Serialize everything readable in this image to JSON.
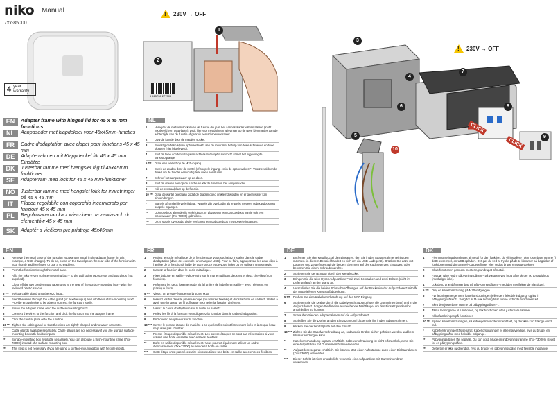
{
  "header": {
    "brand": "niko",
    "doc_type": "Manual",
    "code": "7xx-85000",
    "warranty_years": "4",
    "warranty_unit": "year",
    "warranty_label": "warranty",
    "barcode_number": "5 415736 277503"
  },
  "warnings": {
    "w1": "230V → OFF",
    "w2": "230V → OFF"
  },
  "callouts": [
    "1",
    "2",
    "3",
    "4",
    "5",
    "6",
    "7",
    "8",
    "9",
    "10"
  ],
  "click_label": "CLICK",
  "languages": [
    {
      "code": "EN",
      "text": "Adapter frame with hinged lid for 45 x 45 mm functions",
      "bold": true
    },
    {
      "code": "NL",
      "text": "Aanpasader met klapdeksel voor 45x45mm-functies",
      "bold": false
    },
    {
      "code": "FR",
      "text": "Cadre d'adaptation avec clapet pour fonctions 45 x 45 mm",
      "bold": false
    },
    {
      "code": "DE",
      "text": "Adapterrahmen mit Klappdeckel für 45 x 45 mm Einsätze",
      "bold": false
    },
    {
      "code": "DK",
      "text": "Justerbar ramme med hængslet låg til 45x45mm funktioner",
      "bold": false
    },
    {
      "code": "SE",
      "text": "Adapterram med lock för 45 x 45 mm-funktioner",
      "bold": false
    },
    {
      "code": "NO",
      "text": "Justerbar ramme med hengslet lokk for innretninger på 45 x 45 mm",
      "bold": false
    },
    {
      "code": "IT",
      "text": "Placca regolabile con coperchio incernierato per funzioni 45 x 45 mm",
      "bold": false
    },
    {
      "code": "PL",
      "text": "Regulowana ramka z wieczkiem na zawiasach do elementów 45 x 45 mm",
      "bold": false
    },
    {
      "code": "SK",
      "text": "Adaptér s viečkom pre prístroje 45x45mm",
      "bold": false
    }
  ],
  "nl": {
    "code": "NL",
    "steps": [
      {
        "n": "1",
        "t": "Verwijder de metalen sokkel van de functie die je in het aanpasskader wilt installeren (in dit voorbeeld een USB-lader). Druk hiervoor met duim en wijsvinger op de twee klemmetjes aan de achterzijde van de functie of gebruik een schroevendraaier."
      },
      {
        "n": "2",
        "t": "Duw de functie door de metalen sokkel."
      },
      {
        "n": "3",
        "t": "Bevestig de Niko Hydro opbouwdoos** aan de muur met behulp van twee schroeven en twee pluggen (niet bijgeleverd)."
      },
      {
        "n": "4",
        "t": "Sluit de twee condensatiegaten achteraan de opbouwdoos** af met het bijgevoegde kunststofplaatje."
      },
      {
        "n": "5 ***",
        "t": "Draai een wartel* op de M20-ingang."
      },
      {
        "n": "6",
        "t": "Steek de draden door de wartel (of soepele ingang) en in de opbouwdoos**. Voorzie voldoende draad om de functie eenvoudig te kunnen aansluiten."
      },
      {
        "n": "7",
        "t": "Schroef het aanpaskader op de doos."
      },
      {
        "n": "8",
        "t": "Sluit de draden aan op de functie en klik de functie in het aanpaskader."
      },
      {
        "n": "9",
        "t": "Klik de centraalplaat op de functie."
      },
      {
        "n": "10 ***",
        "t": "Draai de wartel goed aan zodat de draden goed omklemd worden en er geen water kan binnendringen."
      },
      {
        "n": "*",
        "t": "Wartels afzonderlijk verkrijgbaar. Wartels zijn overbodig als je werkt met een opbouwdoos met soepele ingangen."
      },
      {
        "n": "**",
        "t": "Opbouwdoos afzonderlijk verkrijgbaar. In plaats van een opbouwdoos kun je ook een inbouwkader (7xx-73000) gebruiken."
      },
      {
        "n": "***",
        "t": "Deze stap is overbodig als je werkt met een opbouwdoos met soepele ingangen."
      }
    ]
  },
  "en": {
    "code": "EN",
    "steps": [
      {
        "n": "1",
        "t": "Remove the metal base of the function you want to install in the adapter frame (in this example, a USB charger). To do so, press on the two clips on the rear side of the function with your thumb and forefinger, or use a screwdriver."
      },
      {
        "n": "2",
        "t": "Push the function through the metal base."
      },
      {
        "n": "3",
        "t": "Affix the Niko Hydro surface-mounting box** to the wall using two screws and two plugs (not supplied)."
      },
      {
        "n": "4",
        "t": "Close off the two condensation apertures at the rear of the surface-mounting box** with the included plastic spacer."
      },
      {
        "n": "5 ***",
        "t": "Twist a cable gland onto the M20 input."
      },
      {
        "n": "6",
        "t": "Feed the wires through the cable gland (or flexible input) and into the surface-mounting box**. Provide enough wire to be able to connect the function easily."
      },
      {
        "n": "7",
        "t": "Screw the adapter frame onto the surface-mounting box**."
      },
      {
        "n": "8",
        "t": "Connect the wires to the function and click the function into the adapter frame."
      },
      {
        "n": "9",
        "t": "Click the central plate onto the function."
      },
      {
        "n": "10 ***",
        "t": "Tighten the cable gland so that the wires are tightly clasped and no water can enter."
      },
      {
        "n": "*",
        "t": "Cable glands available separately. Cable glands are not necessary if you are using a surface-mounting box with flexible inputs."
      },
      {
        "n": "**",
        "t": "Surface-mounting box available separately. You can also use a flush-mounting frame (7xx-73000) instead of a surface-mounting box."
      },
      {
        "n": "***",
        "t": "This step is not necessary if you are using a surface-mounting box with flexible inputs."
      }
    ]
  },
  "fr": {
    "code": "FR",
    "steps": [
      {
        "n": "1",
        "t": "Retirez le socle métallique de la fonction que vous souhaitez installer dans le cadre d'adaptation (dans cet exemple, un chargeur USB). Pour ce faire, appuyez sur les deux clips à l'arrière de la fonction à l'aide de votre pouce et de votre index ou en utilisant un tournevis."
      },
      {
        "n": "2",
        "t": "Inssrez la fonction dans le socle métallique."
      },
      {
        "n": "3",
        "t": "Fixez la boîte en saillie** Niko Hydro sur le mur en utilisant deux vis et deux chevilles (non fournies)."
      },
      {
        "n": "4",
        "t": "Refermez les deux logements de vis à l'arrière de la boîte en saillie** avec l'élément en plastique fourni."
      },
      {
        "n": "5 ***",
        "t": "Vissez un presse-étoupe sur la sortie M20."
      },
      {
        "n": "6",
        "t": "Insérez les fils dans le presse-étoupe (ou l'entrée flexible) et dans la boîte en saillie**. Veillez à avoir une longueur de fil suffisante pour relier la fonction aisément."
      },
      {
        "n": "7",
        "t": "Vissez le cadre d'adaptation sur la boîte en saillie**."
      },
      {
        "n": "8",
        "t": "Reliez les fils à la fonction et encliquetez la fonction dans le cadre d'adaptation."
      },
      {
        "n": "9",
        "t": "Encliquetez l'enjoliveur sur la fonction."
      },
      {
        "n": "10 ***",
        "t": "Serrez le presse-étoupe de manière à ce que les fils soient fermement fixés et à ce que l'eau ne puisse pas s'infiltrer."
      },
      {
        "n": "*",
        "t": "Presse-étoupe disponible séparément. Les presse-étoupes ne sont pas nécessaires si vous utilisez une boîte en saillie avec entrées flexibles."
      },
      {
        "n": "**",
        "t": "Boîte en saillie disponible séparément. Vous pouvez également utiliser un cadre d'encastrement (7xx-73000) au lieu de la boîte en saillie."
      },
      {
        "n": "***",
        "t": "Cette étape n'est pas nécessaire si vous utilisez une boîte en saillie avec entrées flexibles."
      }
    ]
  },
  "de": {
    "code": "DE",
    "steps": [
      {
        "n": "1",
        "t": "Entfernen Sie den Metallsockel des Einsatzes, den Sie in den Adapterrahmen einbauen möchten (in diesem Beispiel handelt es sich um ein USB-Ladegerät). Drücken Sie dazu mit Daumen und Zeigefinger auf die beiden Klemmen auf der Rückseite des Einsatzes, oder benutzen Sie einen Schraubendreher."
      },
      {
        "n": "2",
        "t": "Schieben Sie den Einsatz durch den Metallsockel."
      },
      {
        "n": "3",
        "t": "Bringen Sie die Niko Hydro Aufputzdose** mit zwei Schrauben und zwei Dübeln (nicht im Lieferumfang) an der Wand an."
      },
      {
        "n": "4",
        "t": "Verschließen Sie die beiden Schraubenöffnungen auf der Rückseite der Aufputzdose** mithilfe der mitgelieferten Kunststoffabdeckung."
      },
      {
        "n": "5 ***",
        "t": "Drehen Sie eine Kabelverschraubung auf den M20 Eingang."
      },
      {
        "n": "6",
        "t": "Schieben Sie die Drähte durch die Kabelverschraubung (oder die Gummimembran) und in die Aufputzdose**. Sorgen Sie für eine ausreichende Drahtlänge, um den Einsatz problemlos anschließen zu können."
      },
      {
        "n": "7",
        "t": "Schrauben Sie den Adapterrahmen auf die Aufputzdose**."
      },
      {
        "n": "8",
        "t": "Schließen Sie die Drähte an den Einsatz an und klicken Sie ihn in den Adapterrahmen."
      },
      {
        "n": "9",
        "t": "Klicken Sie die Zentralplatte auf den Einsatz."
      },
      {
        "n": "10 ***",
        "t": "Ziehen Sie die Kabelverschraubung an, sodass die Drähte sicher gehalten werden und kein Wasser eindringen kann."
      },
      {
        "n": "*",
        "t": "Kabelverschraubung separat erhältlich. Kabelverschraubung ist nicht erforderlich, wenn Sie eine Aufputzdose mit Gummimembran verwenden."
      },
      {
        "n": "**",
        "t": "Aufputzdose separat erhältlich. Sie können statt einer Aufputzdose auch einen Einbaurahmen (7xx-73000) verwenden."
      },
      {
        "n": "***",
        "t": "Dieser Schritt ist nicht erforderlich, wenn Sie eine Aufputzdose mit Gummimembran verwenden."
      }
    ]
  },
  "dk": {
    "code": "DK",
    "steps": [
      {
        "n": "1",
        "t": "Fjern monteringsbundrapet af metal for den funktion, du vil installere i den justerbare ramme (i dette eksempel, en USB oplader). Det gør du ved at trykke på de to klemmer på bagsiden af funktionen med din tommel- og pegefinger eller ved at bruge en skruetrækker."
      },
      {
        "n": "2",
        "t": "Skub funktionen gennem monteringsundrapet af metal."
      },
      {
        "n": "3",
        "t": "Fastgør Niko Hydro påbygningsdåsen** på væggen ved brug af to skruer og to rawlplugs (medfølger ikke)."
      },
      {
        "n": "4",
        "t": "Luk de to drænbåninger bag på påbygningsdåsen** med den medfølgende plastikdel."
      },
      {
        "n": "5 ***",
        "t": "Drej en kabelforskruning på M20-indgangen."
      },
      {
        "n": "6",
        "t": "Før ledningerne gennem kabelforskruningen (eller den fleksible indgang) og ind i påbygningsdåsen**. Sørg for at få nok ledning til at kunne forbinde funktionen let."
      },
      {
        "n": "7",
        "t": "Skru den justerbare ramme på påbygningsdåsen**."
      },
      {
        "n": "8",
        "t": "Tilslut ledningerne til funktionen, og klik funktionen i den justerbare ramme."
      },
      {
        "n": "9",
        "t": "Klik afdækningen på funktionen"
      },
      {
        "n": "10 ***",
        "t": "Spænd kabelforskruningen, så ledningerne sidder stramt fast, og der ikke kan trænge vand ind."
      },
      {
        "n": "*",
        "t": "Kabelforskruninger fås separat. Kabelforskruninger er ikke nødvendige, hvis du bruger en påbygningsdåse med fleksible indgange."
      },
      {
        "n": "**",
        "t": "Påbygningsdåsen fås separat. Du kan også bruge en indbygningsramme (7xx-73000) i stedet for en påbygningsdåse."
      },
      {
        "n": "***",
        "t": "Dette trin er ikke nødvendigt, hvis du bruger en påbygningsdåse med fleksible indgange."
      }
    ]
  }
}
